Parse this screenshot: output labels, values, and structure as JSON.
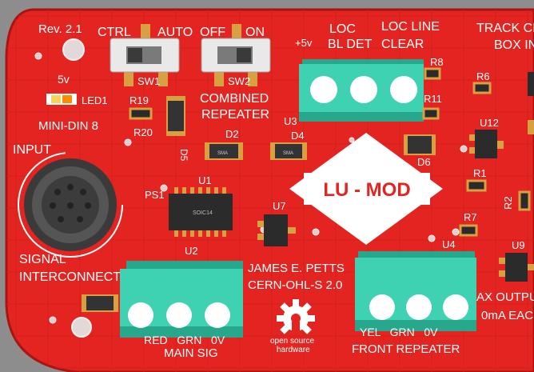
{
  "colors": {
    "background": "#8d8d8d",
    "board": "#e32420",
    "board_dark": "#c81d1a",
    "silkscreen": "#ffffff",
    "terminal": "#3ed1b2",
    "terminal_dark": "#27a88c",
    "gold": "#d8a040",
    "chip": "#2b2b2b"
  },
  "labels": {
    "rev": "Rev. 2.1",
    "ctrl": "CTRL",
    "auto": "AUTO",
    "off": "OFF",
    "on": "ON",
    "loc_bl_det_1": "LOC",
    "loc_bl_det_2": "BL DET",
    "loc_line_clear_1": "LOC LINE",
    "loc_line_clear_2": "CLEAR",
    "track_clear_1": "TRACK CL",
    "track_clear_2": "BOX IN",
    "plus5v": "+5v",
    "led_5v": "5v",
    "led1": "LED1",
    "sw1": "SW1",
    "sw2": "SW2",
    "combined_1": "COMBINED",
    "combined_2": "REPEATER",
    "mini_din": "MINI-DIN 8",
    "input": "INPUT",
    "signal": "SIGNAL",
    "interconnect": "INTERCONNECT",
    "lu_mod": "LU - MOD",
    "author": "JAMES E. PETTS",
    "license": "CERN-OHL-S 2.0",
    "osh_1": "open source",
    "osh_2": "hardware",
    "main_sig": "MAIN SIG",
    "main_sig_pins": "RED   GRN   0V",
    "front_repeater": "FRONT REPEATER",
    "front_pins": "YEL   GRN   0V",
    "ax_output_1": "AX OUTPU",
    "ax_output_2": "0mA EAC",
    "r8": "R8",
    "r11": "R11",
    "r6": "R6",
    "r19": "R19",
    "r20": "R20",
    "r1": "R1",
    "r7": "R7",
    "r2": "R2",
    "u1": "U1",
    "u2": "U2",
    "u3": "U3",
    "u4": "U4",
    "u7": "U7",
    "u9": "U9",
    "u12": "U12",
    "d2": "D2",
    "d4": "D4",
    "d5": "D5",
    "d6": "D6",
    "ps1": "PS1",
    "soic14": "SOIC14",
    "smd_mark": "SMA"
  }
}
